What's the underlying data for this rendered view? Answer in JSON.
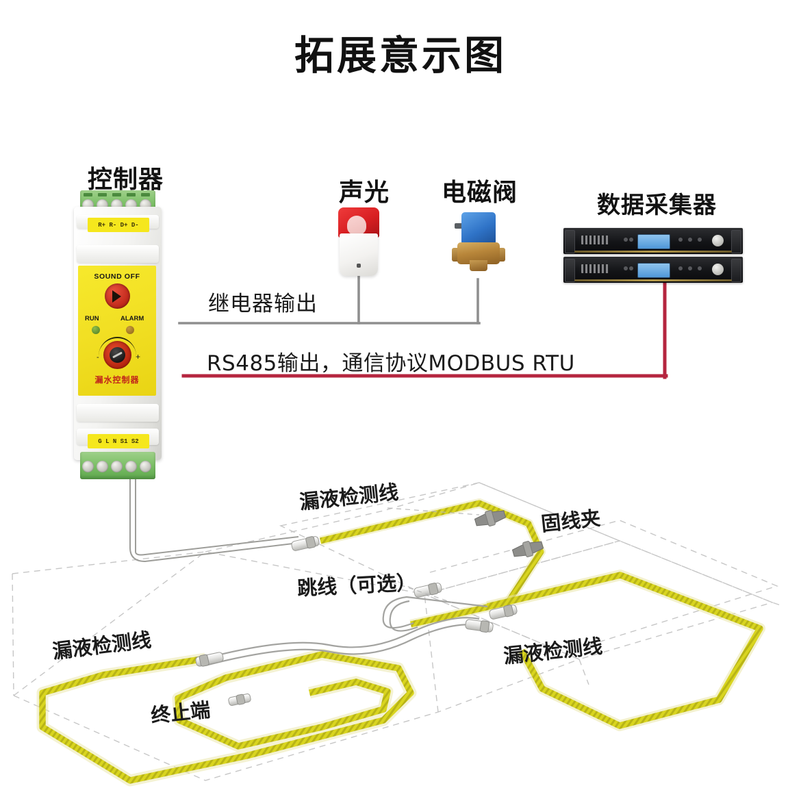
{
  "page": {
    "title": "拓展意示图",
    "background": "#ffffff"
  },
  "devices": {
    "controller": {
      "caption": "控制器",
      "face_labels": {
        "sound_off": "SOUND OFF",
        "run": "RUN",
        "alarm": "ALARM",
        "knob_minus": "-",
        "knob_plus": "+",
        "brand": "漏水控制器"
      },
      "top_terminal_marks": "R+ R- D+ D-",
      "bottom_terminal_marks": "G L N S1 S2",
      "colors": {
        "face": "#f2e024",
        "housing": "#f2f2f0",
        "terminal": "#7bbf66",
        "buzzer": "#c22a1c",
        "run_led": "#6fa235",
        "alarm_led": "#b3851f",
        "brand_text": "#c1261a"
      }
    },
    "sounder": {
      "caption": "声光",
      "colors": {
        "top": "#d81f22",
        "body": "#f3f2f0"
      }
    },
    "valve": {
      "caption": "电磁阀",
      "colors": {
        "coil": "#2f73c7",
        "body": "#b8863a"
      }
    },
    "data_acquisition": {
      "caption": "数据采集器",
      "unit_count": 2,
      "colors": {
        "chassis": "#131417",
        "lcd": "#4f97d8",
        "trim": "#b59a4b"
      }
    }
  },
  "wires": {
    "relay_output": {
      "label": "继电器输出",
      "color": "#8c8c8c"
    },
    "rs485_output": {
      "label": "RS485输出，通信协议MODBUS RTU",
      "color": "#b5253f"
    },
    "sensor_cable_color": "#ccc71c",
    "jumper_cable_color": "#9a9a9a"
  },
  "floor_labels": {
    "cable_top": "漏液检测线",
    "clip": "固线夹",
    "jumper": "跳线（可选）",
    "cable_left": "漏液检测线",
    "cable_right": "漏液检测线",
    "terminator": "终止端"
  }
}
